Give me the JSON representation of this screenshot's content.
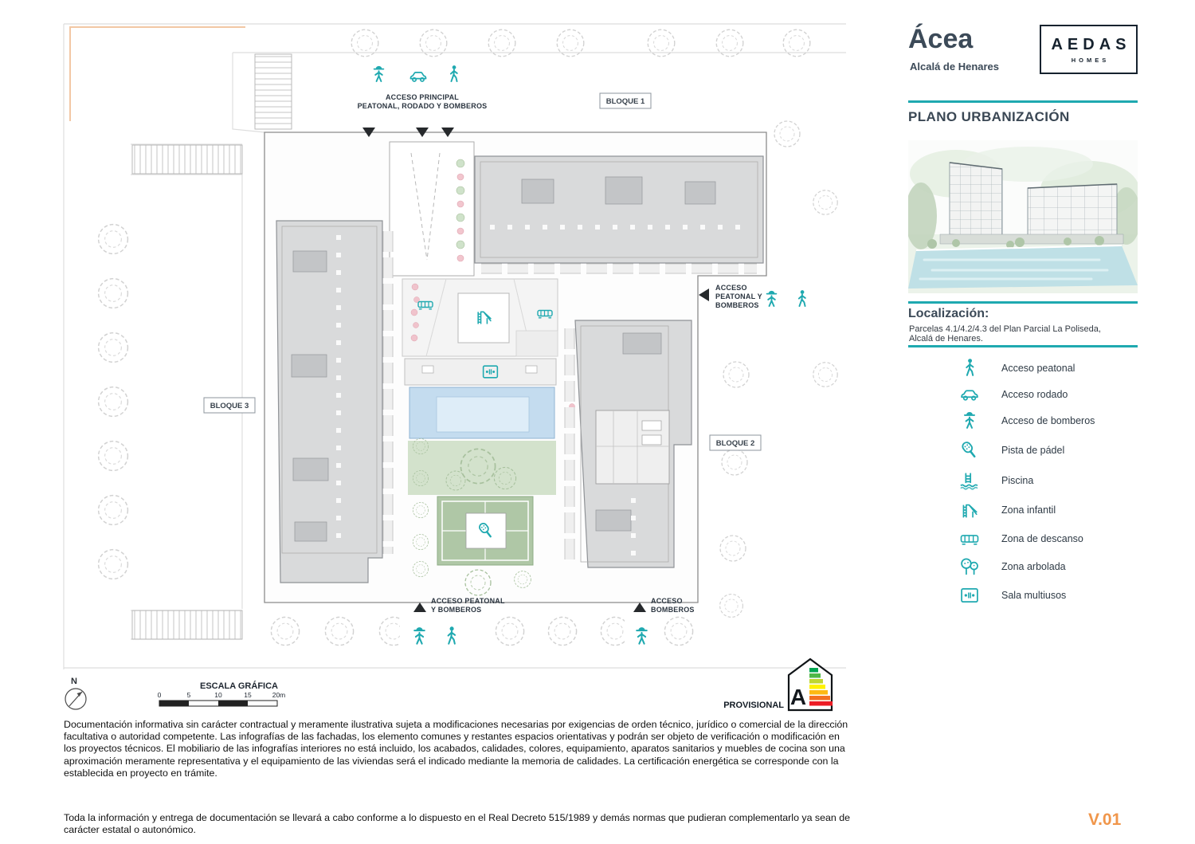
{
  "colors": {
    "accent": "#1FA9B0",
    "navy": "#3C4A58",
    "orange": "#F0964B",
    "building_gray": "#D9DADB",
    "pool_blue": "#C4DCEF",
    "lawn_green": "#D3E2CC",
    "padel_green": "#AFC7A6"
  },
  "header": {
    "project_title": "Ácea",
    "project_subtitle": "Alcalá de Henares",
    "logo_line1": "AEDAS",
    "logo_line2": "HOMES"
  },
  "sidebar": {
    "plan_title": "PLANO URBANIZACIÓN",
    "location_heading": "Localización:",
    "location_line1": "Parcelas 4.1/4.2/4.3 del Plan Parcial La Poliseda,",
    "location_line2": "Alcalá de Henares.",
    "legend": [
      {
        "icon": "pedestrian-icon",
        "label": "Acceso peatonal"
      },
      {
        "icon": "car-icon",
        "label": "Acceso rodado"
      },
      {
        "icon": "firefighter-icon",
        "label": "Acceso de bomberos"
      },
      {
        "icon": "padel-icon",
        "label": "Pista de pádel"
      },
      {
        "icon": "pool-icon",
        "label": "Piscina"
      },
      {
        "icon": "slide-icon",
        "label": "Zona infantil"
      },
      {
        "icon": "bench-icon",
        "label": "Zona de descanso"
      },
      {
        "icon": "trees-icon",
        "label": "Zona arbolada"
      },
      {
        "icon": "multiuse-icon",
        "label": "Sala multiusos"
      }
    ]
  },
  "plan": {
    "block1_label": "BLOQUE 1",
    "block2_label": "BLOQUE 2",
    "block3_label": "BLOQUE 3",
    "access_main_line1": "ACCESO PRINCIPAL",
    "access_main_line2": "PEATONAL, RODADO Y BOMBEROS",
    "access_east_line1": "ACCESO",
    "access_east_line2": "PEATONAL Y",
    "access_east_line3": "BOMBEROS",
    "access_south_line1": "ACCESO PEATONAL",
    "access_south_line2": "Y BOMBEROS",
    "access_fire_line1": "ACCESO",
    "access_fire_line2": "BOMBEROS",
    "north_label": "N"
  },
  "footer": {
    "scale_heading": "ESCALA GRÁFICA",
    "scale_ticks": [
      "0",
      "5",
      "10",
      "15",
      "20m"
    ],
    "provisional_label": "PROVISIONAL",
    "energy_letter": "A",
    "disclaimer_1": "Documentación informativa sin carácter contractual y meramente ilustrativa sujeta a modificaciones necesarias por exigencias de orden técnico, jurídico o comercial de la dirección facultativa o autoridad competente. Las infografías de las fachadas, los elemento comunes y restantes espacios orientativas y podrán ser objeto de verificación o modificación en los proyectos técnicos. El mobiliario de las infografías interiores no está incluido, los acabados, calidades, colores, equipamiento, aparatos sanitarios y muebles de cocina son una aproximación meramente representativa y el equipamiento de las viviendas será el indicado mediante la memoria de calidades. La certificación energética se corresponde con la establecida en proyecto en trámite.",
    "disclaimer_2": "Toda la información y entrega de documentación se llevará a cabo conforme a lo dispuesto en el Real Decreto 515/1989 y demás normas que pudieran complementarlo ya sean de carácter estatal o autonómico.",
    "version": "V.01"
  }
}
